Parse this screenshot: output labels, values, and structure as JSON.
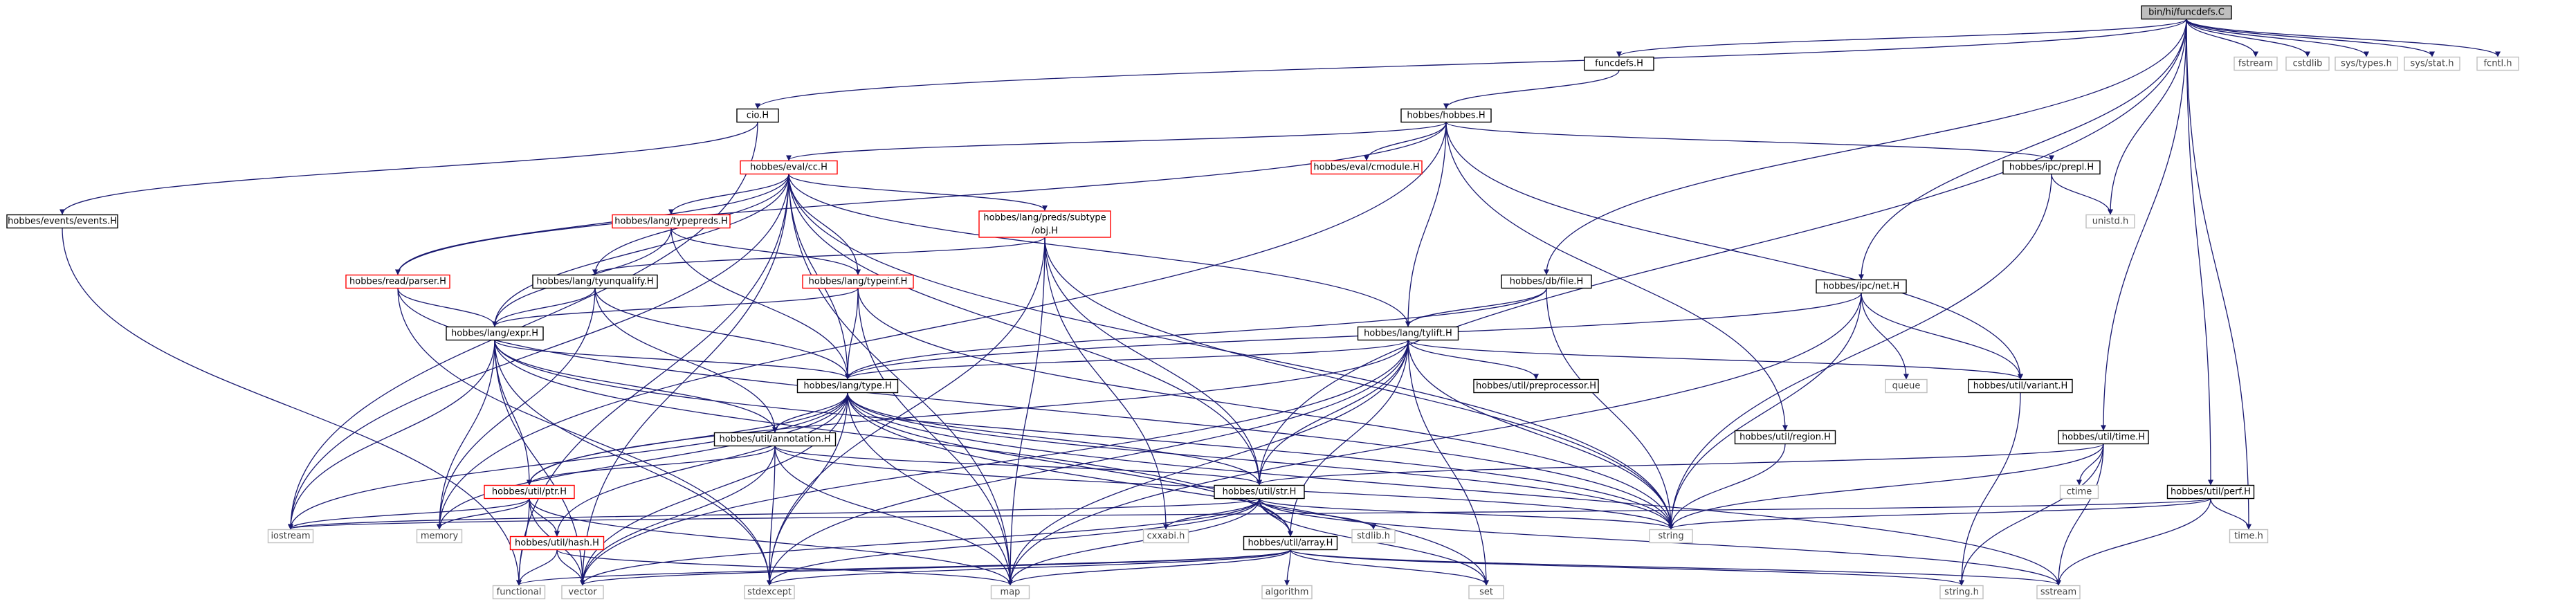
{
  "colors": {
    "edge": "#191970",
    "root_fill": "#bfbfbf",
    "incomplete_border": "#ff0000",
    "normal_border": "#000000",
    "system_border": "#bfbfbf",
    "background": "#ffffff"
  },
  "nodes": [
    {
      "id": "root",
      "label": "bin/hi/funcdefs.C",
      "kind": "root"
    },
    {
      "id": "funcdefs_h",
      "label": "funcdefs.H",
      "kind": "normal"
    },
    {
      "id": "fstream",
      "label": "fstream",
      "kind": "system"
    },
    {
      "id": "cstdlib",
      "label": "cstdlib",
      "kind": "system"
    },
    {
      "id": "sys_types",
      "label": "sys/types.h",
      "kind": "system"
    },
    {
      "id": "sys_stat",
      "label": "sys/stat.h",
      "kind": "system"
    },
    {
      "id": "fcntl",
      "label": "fcntl.h",
      "kind": "system"
    },
    {
      "id": "cio_h",
      "label": "cio.H",
      "kind": "normal"
    },
    {
      "id": "hobbes_h",
      "label": "hobbes/hobbes.H",
      "kind": "normal"
    },
    {
      "id": "events_h",
      "label": "hobbes/events/events.H",
      "kind": "normal"
    },
    {
      "id": "cc_h",
      "label": "hobbes/eval/cc.H",
      "kind": "incomplete"
    },
    {
      "id": "cmodule_h",
      "label": "hobbes/eval/cmodule.H",
      "kind": "incomplete"
    },
    {
      "id": "prepl_h",
      "label": "hobbes/ipc/prepl.H",
      "kind": "normal"
    },
    {
      "id": "unistd_h",
      "label": "unistd.h",
      "kind": "system"
    },
    {
      "id": "typepreds_h",
      "label": "hobbes/lang/typepreds.H",
      "kind": "incomplete"
    },
    {
      "id": "subtype_h",
      "label": "hobbes/lang/preds/subtype\n/obj.H",
      "kind": "incomplete"
    },
    {
      "id": "parser_h",
      "label": "hobbes/read/parser.H",
      "kind": "incomplete"
    },
    {
      "id": "tyunqualify_h",
      "label": "hobbes/lang/tyunqualify.H",
      "kind": "normal"
    },
    {
      "id": "typeinf_h",
      "label": "hobbes/lang/typeinf.H",
      "kind": "incomplete"
    },
    {
      "id": "file_h",
      "label": "hobbes/db/file.H",
      "kind": "normal"
    },
    {
      "id": "net_h",
      "label": "hobbes/ipc/net.H",
      "kind": "normal"
    },
    {
      "id": "expr_h",
      "label": "hobbes/lang/expr.H",
      "kind": "normal"
    },
    {
      "id": "tylift_h",
      "label": "hobbes/lang/tylift.H",
      "kind": "normal"
    },
    {
      "id": "type_h",
      "label": "hobbes/lang/type.H",
      "kind": "normal"
    },
    {
      "id": "preprocessor_h",
      "label": "hobbes/util/preprocessor.H",
      "kind": "normal"
    },
    {
      "id": "queue",
      "label": "queue",
      "kind": "system"
    },
    {
      "id": "variant_h",
      "label": "hobbes/util/variant.H",
      "kind": "normal"
    },
    {
      "id": "annotation_h",
      "label": "hobbes/util/annotation.H",
      "kind": "normal"
    },
    {
      "id": "region_h",
      "label": "hobbes/util/region.H",
      "kind": "normal"
    },
    {
      "id": "time_h_util",
      "label": "hobbes/util/time.H",
      "kind": "normal"
    },
    {
      "id": "ptr_h",
      "label": "hobbes/util/ptr.H",
      "kind": "incomplete"
    },
    {
      "id": "str_h",
      "label": "hobbes/util/str.H",
      "kind": "normal"
    },
    {
      "id": "ctime",
      "label": "ctime",
      "kind": "system"
    },
    {
      "id": "perf_h",
      "label": "hobbes/util/perf.H",
      "kind": "normal"
    },
    {
      "id": "iostream",
      "label": "iostream",
      "kind": "system"
    },
    {
      "id": "memory",
      "label": "memory",
      "kind": "system"
    },
    {
      "id": "cxxabi",
      "label": "cxxabi.h",
      "kind": "system"
    },
    {
      "id": "stdlib_h",
      "label": "stdlib.h",
      "kind": "system"
    },
    {
      "id": "string",
      "label": "string",
      "kind": "system"
    },
    {
      "id": "time_h",
      "label": "time.h",
      "kind": "system"
    },
    {
      "id": "hash_h",
      "label": "hobbes/util/hash.H",
      "kind": "incomplete"
    },
    {
      "id": "array_h",
      "label": "hobbes/util/array.H",
      "kind": "normal"
    },
    {
      "id": "functional",
      "label": "functional",
      "kind": "system"
    },
    {
      "id": "vector",
      "label": "vector",
      "kind": "system"
    },
    {
      "id": "stdexcept",
      "label": "stdexcept",
      "kind": "system"
    },
    {
      "id": "map",
      "label": "map",
      "kind": "system"
    },
    {
      "id": "algorithm",
      "label": "algorithm",
      "kind": "system"
    },
    {
      "id": "set",
      "label": "set",
      "kind": "system"
    },
    {
      "id": "string_h",
      "label": "string.h",
      "kind": "system"
    },
    {
      "id": "sstream",
      "label": "sstream",
      "kind": "system"
    }
  ],
  "edges": [
    [
      "root",
      "funcdefs_h"
    ],
    [
      "root",
      "fstream"
    ],
    [
      "root",
      "cstdlib"
    ],
    [
      "root",
      "sys_types"
    ],
    [
      "root",
      "sys_stat"
    ],
    [
      "root",
      "fcntl"
    ],
    [
      "root",
      "cio_h"
    ],
    [
      "root",
      "file_h"
    ],
    [
      "root",
      "str_h"
    ],
    [
      "root",
      "net_h"
    ],
    [
      "root",
      "unistd_h"
    ],
    [
      "root",
      "time_h_util"
    ],
    [
      "root",
      "perf_h"
    ],
    [
      "root",
      "time_h"
    ],
    [
      "funcdefs_h",
      "hobbes_h"
    ],
    [
      "cio_h",
      "events_h"
    ],
    [
      "cio_h",
      "iostream"
    ],
    [
      "hobbes_h",
      "cc_h"
    ],
    [
      "hobbes_h",
      "cmodule_h"
    ],
    [
      "hobbes_h",
      "prepl_h"
    ],
    [
      "hobbes_h",
      "parser_h"
    ],
    [
      "hobbes_h",
      "tylift_h"
    ],
    [
      "hobbes_h",
      "variant_h"
    ],
    [
      "hobbes_h",
      "region_h"
    ],
    [
      "hobbes_h",
      "memory"
    ],
    [
      "events_h",
      "functional"
    ],
    [
      "prepl_h",
      "unistd_h"
    ],
    [
      "prepl_h",
      "string"
    ],
    [
      "cc_h",
      "typepreds_h"
    ],
    [
      "cc_h",
      "subtype_h"
    ],
    [
      "cc_h",
      "parser_h"
    ],
    [
      "cc_h",
      "tyunqualify_h"
    ],
    [
      "cc_h",
      "typeinf_h"
    ],
    [
      "cc_h",
      "expr_h"
    ],
    [
      "cc_h",
      "tylift_h"
    ],
    [
      "cc_h",
      "type_h"
    ],
    [
      "cc_h",
      "str_h"
    ],
    [
      "cc_h",
      "iostream"
    ],
    [
      "cc_h",
      "vector"
    ],
    [
      "cc_h",
      "map"
    ],
    [
      "cc_h",
      "string"
    ],
    [
      "cc_h",
      "functional"
    ],
    [
      "typepreds_h",
      "typeinf_h"
    ],
    [
      "typepreds_h",
      "expr_h"
    ],
    [
      "typepreds_h",
      "type_h"
    ],
    [
      "subtype_h",
      "tyunqualify_h"
    ],
    [
      "subtype_h",
      "str_h"
    ],
    [
      "subtype_h",
      "map"
    ],
    [
      "subtype_h",
      "string"
    ],
    [
      "subtype_h",
      "cxxabi"
    ],
    [
      "subtype_h",
      "stdexcept"
    ],
    [
      "parser_h",
      "expr_h"
    ],
    [
      "parser_h",
      "string"
    ],
    [
      "parser_h",
      "stdexcept"
    ],
    [
      "tyunqualify_h",
      "expr_h"
    ],
    [
      "tyunqualify_h",
      "type_h"
    ],
    [
      "tyunqualify_h",
      "annotation_h"
    ],
    [
      "tyunqualify_h",
      "memory"
    ],
    [
      "typeinf_h",
      "type_h"
    ],
    [
      "typeinf_h",
      "expr_h"
    ],
    [
      "typeinf_h",
      "map"
    ],
    [
      "typeinf_h",
      "string"
    ],
    [
      "file_h",
      "type_h"
    ],
    [
      "file_h",
      "tylift_h"
    ],
    [
      "file_h",
      "string"
    ],
    [
      "net_h",
      "type_h"
    ],
    [
      "net_h",
      "queue"
    ],
    [
      "net_h",
      "variant_h"
    ],
    [
      "net_h",
      "string"
    ],
    [
      "net_h",
      "map"
    ],
    [
      "expr_h",
      "type_h"
    ],
    [
      "expr_h",
      "annotation_h"
    ],
    [
      "expr_h",
      "ptr_h"
    ],
    [
      "expr_h",
      "array_h"
    ],
    [
      "expr_h",
      "string"
    ],
    [
      "expr_h",
      "iostream"
    ],
    [
      "expr_h",
      "memory"
    ],
    [
      "expr_h",
      "vector"
    ],
    [
      "expr_h",
      "stdexcept"
    ],
    [
      "tylift_h",
      "type_h"
    ],
    [
      "tylift_h",
      "preprocessor_h"
    ],
    [
      "tylift_h",
      "variant_h"
    ],
    [
      "tylift_h",
      "str_h"
    ],
    [
      "tylift_h",
      "ptr_h"
    ],
    [
      "tylift_h",
      "array_h"
    ],
    [
      "tylift_h",
      "string"
    ],
    [
      "tylift_h",
      "vector"
    ],
    [
      "tylift_h",
      "map"
    ],
    [
      "tylift_h",
      "set"
    ],
    [
      "tylift_h",
      "stdexcept"
    ],
    [
      "type_h",
      "annotation_h"
    ],
    [
      "type_h",
      "ptr_h"
    ],
    [
      "type_h",
      "str_h"
    ],
    [
      "type_h",
      "array_h"
    ],
    [
      "type_h",
      "hash_h"
    ],
    [
      "type_h",
      "iostream"
    ],
    [
      "type_h",
      "memory"
    ],
    [
      "type_h",
      "vector"
    ],
    [
      "type_h",
      "map"
    ],
    [
      "type_h",
      "set"
    ],
    [
      "type_h",
      "string"
    ],
    [
      "type_h",
      "stdexcept"
    ],
    [
      "type_h",
      "sstream"
    ],
    [
      "variant_h",
      "string_h"
    ],
    [
      "annotation_h",
      "ptr_h"
    ],
    [
      "annotation_h",
      "str_h"
    ],
    [
      "annotation_h",
      "string"
    ],
    [
      "annotation_h",
      "vector"
    ],
    [
      "annotation_h",
      "stdexcept"
    ],
    [
      "annotation_h",
      "map"
    ],
    [
      "region_h",
      "string"
    ],
    [
      "time_h_util",
      "str_h"
    ],
    [
      "time_h_util",
      "ctime"
    ],
    [
      "time_h_util",
      "string"
    ],
    [
      "time_h_util",
      "sstream"
    ],
    [
      "time_h_util",
      "string_h"
    ],
    [
      "ptr_h",
      "hash_h"
    ],
    [
      "ptr_h",
      "memory"
    ],
    [
      "ptr_h",
      "iostream"
    ],
    [
      "ptr_h",
      "functional"
    ],
    [
      "ptr_h",
      "vector"
    ],
    [
      "ptr_h",
      "map"
    ],
    [
      "str_h",
      "array_h"
    ],
    [
      "str_h",
      "cxxabi"
    ],
    [
      "str_h",
      "stdlib_h"
    ],
    [
      "str_h",
      "string"
    ],
    [
      "str_h",
      "vector"
    ],
    [
      "str_h",
      "map"
    ],
    [
      "str_h",
      "set"
    ],
    [
      "str_h",
      "sstream"
    ],
    [
      "str_h",
      "stdexcept"
    ],
    [
      "str_h",
      "iostream"
    ],
    [
      "perf_h",
      "time_h"
    ],
    [
      "perf_h",
      "iostream"
    ],
    [
      "perf_h",
      "string"
    ],
    [
      "perf_h",
      "sstream"
    ],
    [
      "hash_h",
      "functional"
    ],
    [
      "hash_h",
      "vector"
    ],
    [
      "hash_h",
      "map"
    ],
    [
      "array_h",
      "vector"
    ],
    [
      "array_h",
      "map"
    ],
    [
      "array_h",
      "algorithm"
    ],
    [
      "array_h",
      "set"
    ],
    [
      "array_h",
      "stdexcept"
    ],
    [
      "array_h",
      "string_h"
    ],
    [
      "array_h",
      "sstream"
    ],
    [
      "array_h",
      "functional"
    ]
  ]
}
